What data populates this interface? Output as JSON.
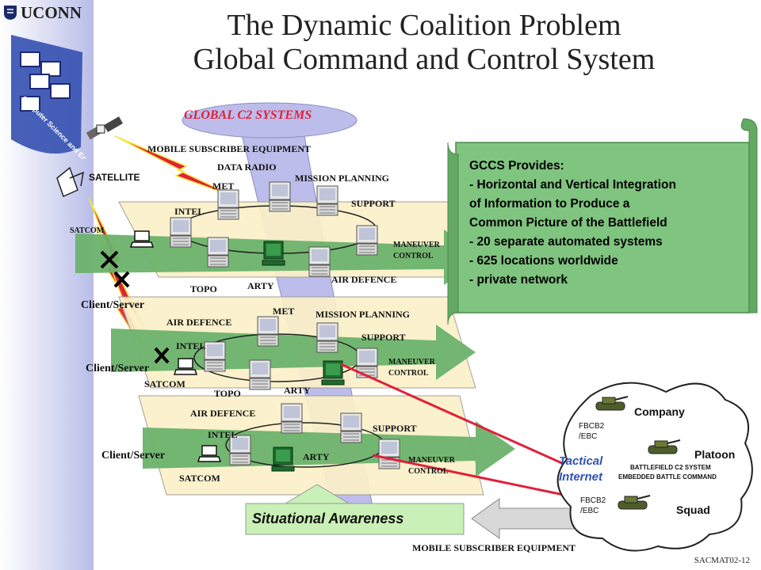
{
  "brand": {
    "name": "UCONN",
    "logo_ring_text": "Computer Science and Engineering"
  },
  "title": {
    "line1": "The Dynamic Coalition Problem",
    "line2": "Global Command and Control System"
  },
  "diagram": {
    "header_banner": "GLOBAL C2 SYSTEMS",
    "top_labels": {
      "mse": "MOBILE SUBSCRIBER EQUIPMENT",
      "data_radio": "DATA RADIO",
      "satellite": "SATELLITE",
      "satcom": "SATCOM"
    },
    "layer1": {
      "met": "MET",
      "mission_planning": "MISSION PLANNING",
      "support": "SUPPORT",
      "intel": "INTEL",
      "maneuver_control": "MANEUVER CONTROL",
      "topo": "TOPO",
      "arty": "ARTY",
      "air_defence": "AIR DEFENCE"
    },
    "layer2": {
      "client_server": "Client/Server",
      "air_defence": "AIR DEFENCE",
      "met": "MET",
      "mission_planning": "MISSION PLANNING",
      "support": "SUPPORT",
      "intel": "INTEL",
      "maneuver_control": "MANEUVER CONTROL",
      "satcom": "SATCOM",
      "topo": "TOPO",
      "arty": "ARTY"
    },
    "layer3": {
      "client_server": "Client/Server",
      "air_defence": "AIR DEFENCE",
      "support": "SUPPORT",
      "intel": "INTEL",
      "arty": "ARTY",
      "maneuver_control": "MANEUVER CONTROL",
      "satcom": "SATCOM"
    },
    "layer1_client_server": "Client/Server",
    "situational_awareness": "Situational Awareness",
    "bottom_mse": "MOBILE SUBSCRIBER EQUIPMENT"
  },
  "gccs": {
    "heading": "GCCS Provides:",
    "lines": [
      "- Horizontal and Vertical Integration",
      "of Information to Produce a",
      "Common Picture of the Battlefield",
      "- 20 separate automated systems",
      "- 625 locations worldwide",
      "- private network"
    ]
  },
  "cloud": {
    "company": "Company",
    "platoon": "Platoon",
    "squad": "Squad",
    "fbcb2_top": "FBCB2\n/EBC",
    "fbcb2_bottom": "FBCB2\n/EBC",
    "tactical_internet": "Tactical\nInternet",
    "battlefield_line1": "BATTLEFIELD C2 SYSTEM",
    "battlefield_line2": "EMBEDDED BATTLE COMMAND"
  },
  "footer": {
    "ref": "SACMAT02-12"
  },
  "colors": {
    "green": "#6cb26c",
    "plane": "#fbf0c8",
    "spine": "#bcbdea",
    "scroll_fill": "#7fc47f",
    "red": "#e0203a",
    "tactical_blue": "#2e53b8"
  }
}
